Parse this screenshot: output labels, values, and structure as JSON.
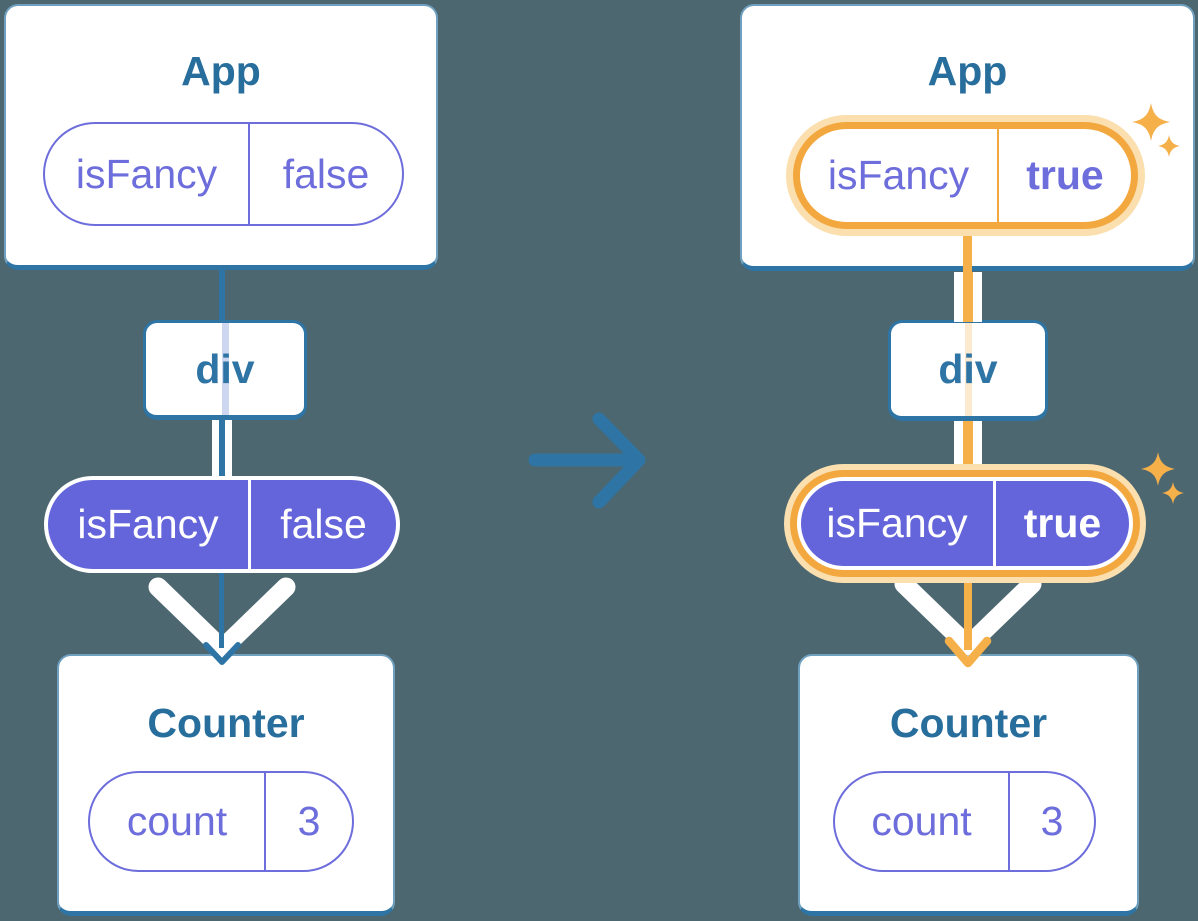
{
  "colors": {
    "background": "#4C6770",
    "line_blue": "#2E74A4",
    "title_blue": "#276E9C",
    "purple": "#6D6DDC",
    "purple_fill": "#6565DB",
    "highlight_orange": "#F3A83F",
    "highlight_glow": "#FBDFAF",
    "lavender_thread": "#CDD7EF",
    "peach_thread": "#FBE9D0"
  },
  "before": {
    "app": {
      "title": "App",
      "prop": {
        "name": "isFancy",
        "value": "false"
      }
    },
    "div": {
      "label": "div"
    },
    "passed_prop": {
      "name": "isFancy",
      "value": "false"
    },
    "counter": {
      "title": "Counter",
      "state": {
        "name": "count",
        "value": "3"
      }
    }
  },
  "after": {
    "app": {
      "title": "App",
      "prop": {
        "name": "isFancy",
        "value": "true"
      }
    },
    "div": {
      "label": "div"
    },
    "passed_prop": {
      "name": "isFancy",
      "value": "true"
    },
    "counter": {
      "title": "Counter",
      "state": {
        "name": "count",
        "value": "3"
      }
    }
  }
}
